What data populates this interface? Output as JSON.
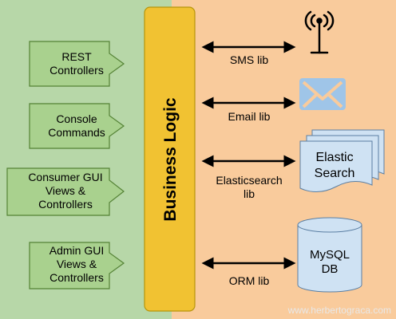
{
  "colors": {
    "left_bg": "#b7d7a8",
    "right_bg": "#f9cb9c",
    "box_fill": "#a9d18e",
    "box_stroke": "#548235",
    "core_fill": "#f1c232",
    "core_stroke": "#b7950b",
    "doc_fill": "#cfe2f3",
    "doc_stroke": "#5b7fa3",
    "envelope": "#9fc5e8"
  },
  "core": {
    "label": "Business Logic"
  },
  "adapters": [
    {
      "id": "rest",
      "label": "REST\nControllers"
    },
    {
      "id": "console",
      "label": "Console\nCommands"
    },
    {
      "id": "consumer-gui",
      "label": "Consumer GUI\nViews &\nControllers"
    },
    {
      "id": "admin-gui",
      "label": "Admin GUI\nViews &\nControllers"
    }
  ],
  "libs": [
    {
      "id": "sms",
      "label": "SMS lib",
      "icon": "antenna-icon"
    },
    {
      "id": "email",
      "label": "Email lib",
      "icon": "envelope-icon"
    },
    {
      "id": "elasticsearch",
      "label": "Elasticsearch\nlib",
      "icon": "documents-icon"
    },
    {
      "id": "orm",
      "label": "ORM lib",
      "icon": "database-icon"
    }
  ],
  "elastic": {
    "label": "Elastic\nSearch"
  },
  "db": {
    "label": "MySQL\nDB"
  },
  "watermark": "www.herbertograca.com"
}
